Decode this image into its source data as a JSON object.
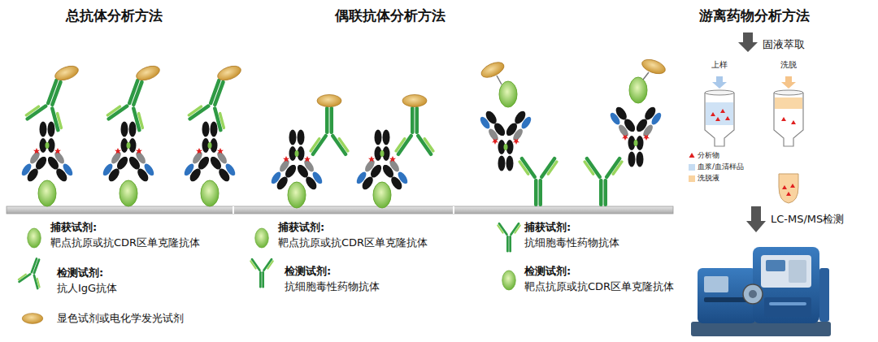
{
  "diagram": {
    "nodes": [
      {
        "text": [
          "上样"
        ]
      },
      {
        "text": [
          "洗脱"
        ]
      }
    ],
    "labels": [
      "总抗体分析方法",
      "偶联抗体分析方法",
      "游离药物分析方法",
      "固液萃取",
      "LC-MS/MS检测"
    ],
    "legend": [
      {
        "text": "捕获试剂:"
      },
      {
        "text": "靶点抗原或抗CDR区单克隆抗体"
      },
      {
        "text": "检测试剂:"
      },
      {
        "text": "抗人IgG抗体"
      },
      {
        "text": "显色试剂或电化学发光试剂"
      },
      {
        "text": "捕获试剂:"
      },
      {
        "text": "靶点抗原或抗CDR区单克隆抗体"
      },
      {
        "text": "检测试剂:"
      },
      {
        "text": "抗细胞毒性药物抗体"
      },
      {
        "text": "捕获试剂:"
      },
      {
        "text": "抗细胞毒性药物抗体"
      },
      {
        "text": "检测试剂:"
      },
      {
        "text": "靶点抗原或抗CDR区单克隆抗体"
      },
      {
        "text": "分析物"
      },
      {
        "text": "血浆/血清样品",
        "color": "#c6dcf2"
      },
      {
        "text": "洗脱液",
        "color": "#f9d3a0"
      }
    ]
  }
}
